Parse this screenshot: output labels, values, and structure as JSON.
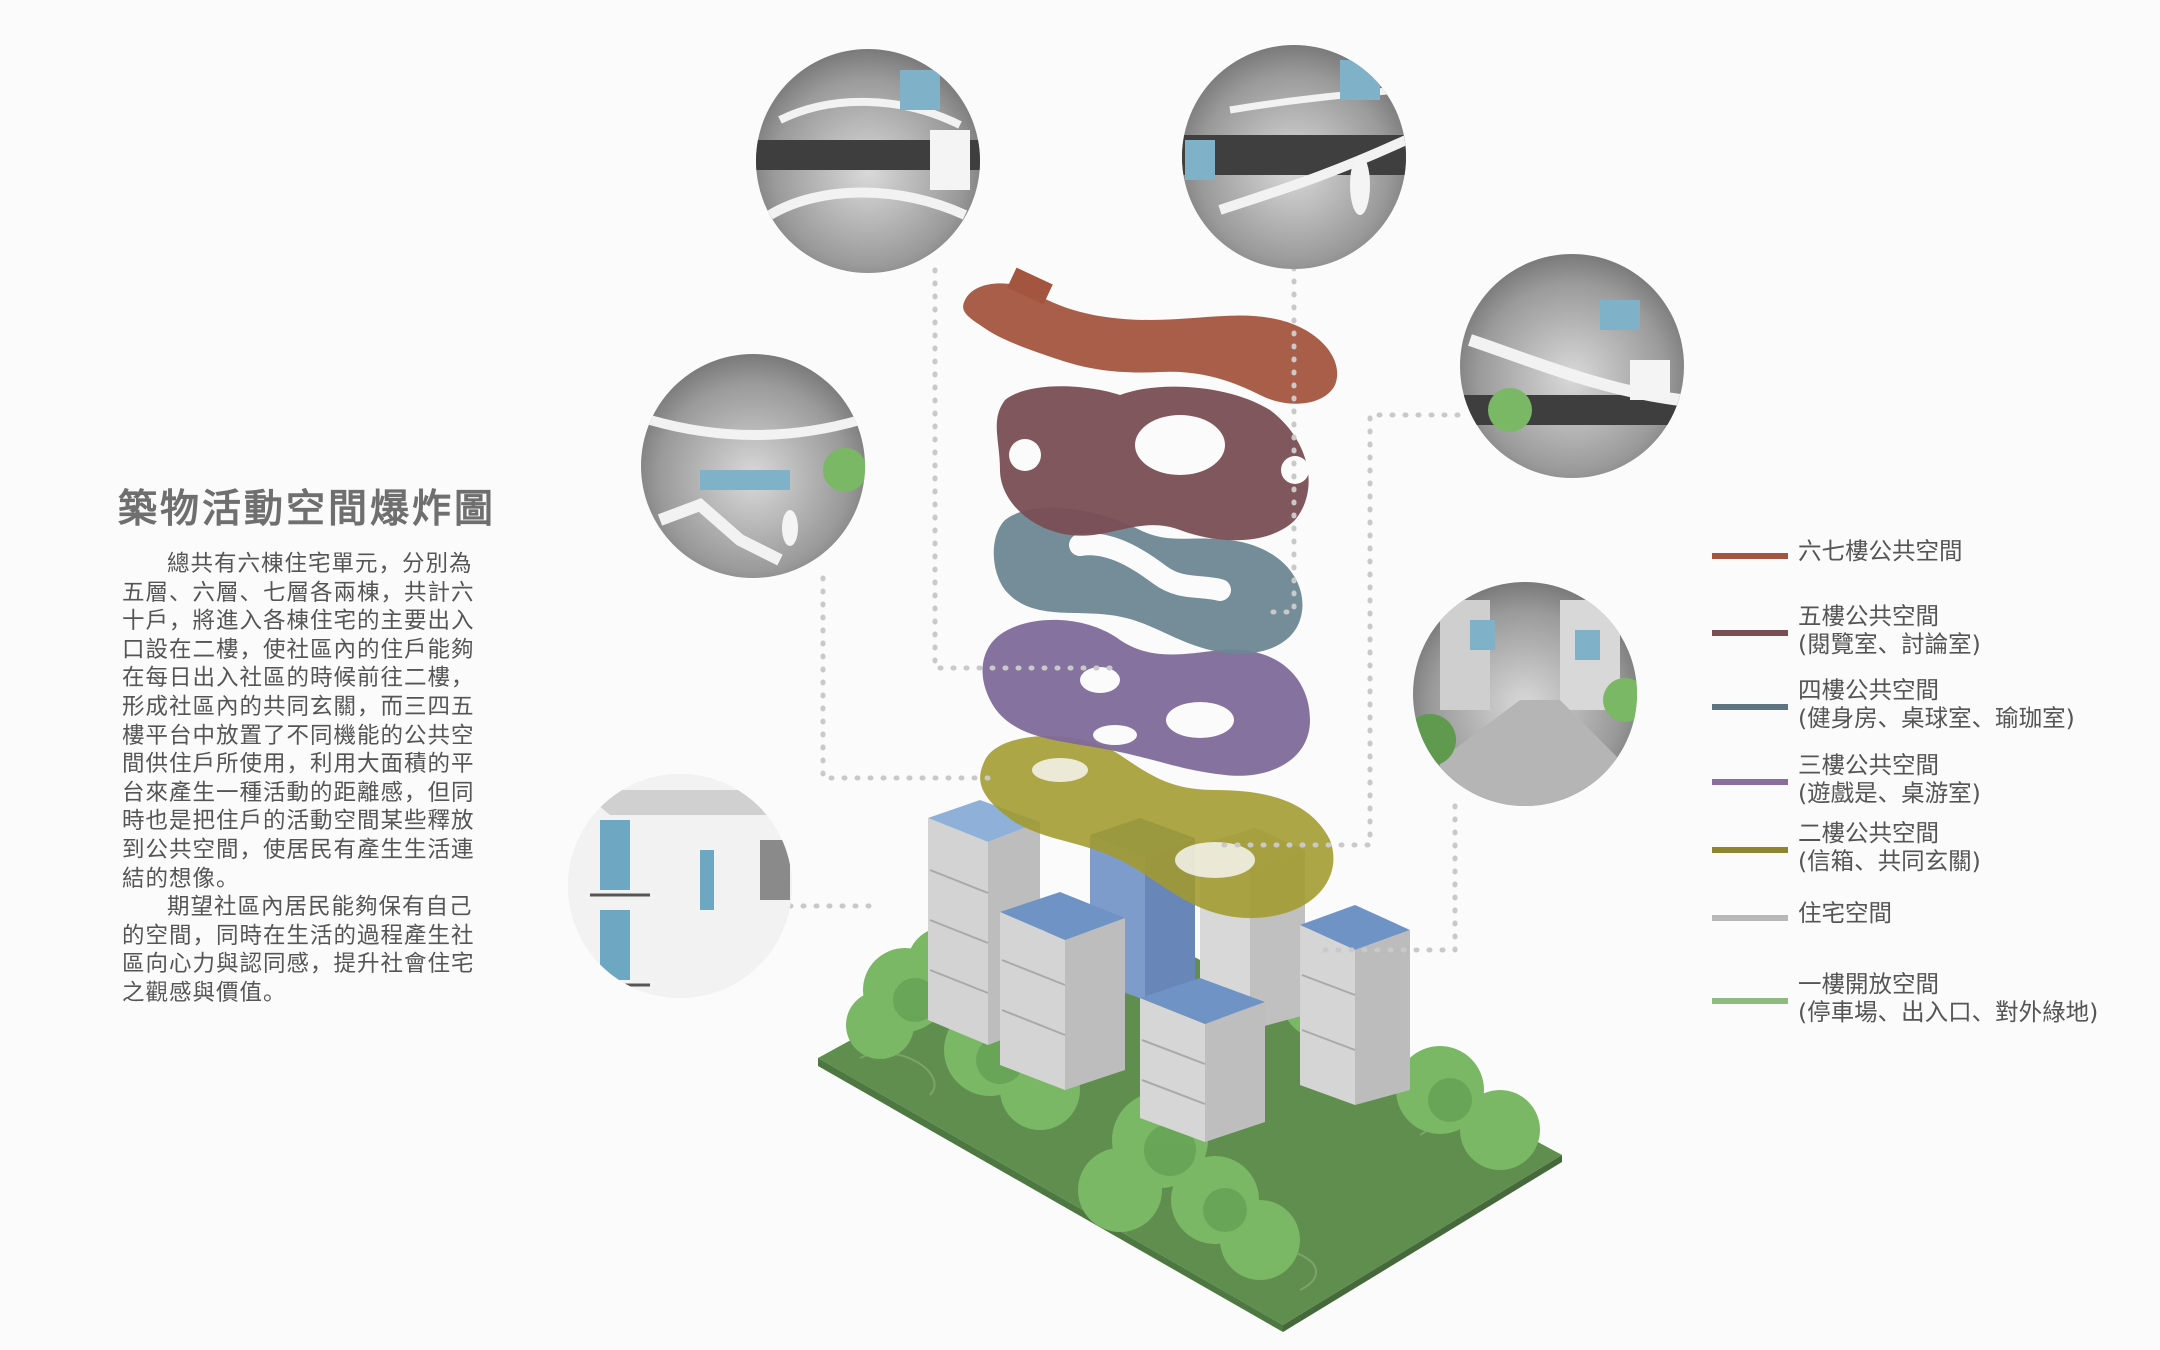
{
  "title": "築物活動空間爆炸圖",
  "description": {
    "paragraph1": "總共有六棟住宅單元，分別為五層、六層、七層各兩棟，共計六十戶，將進入各棟住宅的主要出入口設在二樓，使社區內的住戶能夠在每日出入社區的時候前往二樓，形成社區內的共同玄關，而三四五樓平台中放置了不同機能的公共空間供住戶所使用，利用大面積的平台來產生一種活動的距離感，但同時也是把住戶的活動空間某些釋放到公共空間，使居民有產生生活連結的想像。",
    "paragraph2": "期望社區內居民能夠保有自己的空間，同時在生活的過程產生社區向心力與認同感，提升社會住宅之觀感與價值。"
  },
  "legend": [
    {
      "line1": "六七樓公共空間",
      "line2": "",
      "color": "#a4553f"
    },
    {
      "line1": "五樓公共空間",
      "line2": "(閱覽室、討論室)",
      "color": "#7a4e55"
    },
    {
      "line1": "四樓公共空間",
      "line2": "(健身房、桌球室、瑜珈室)",
      "color": "#5e7480"
    },
    {
      "line1": "三樓公共空間",
      "line2": "(遊戲是、桌游室)",
      "color": "#8a6f9e"
    },
    {
      "line1": "二樓公共空間",
      "line2": "(信箱、共同玄關)",
      "color": "#8f8430"
    },
    {
      "line1": "住宅空間",
      "line2": "",
      "color": "#b8b8b8"
    },
    {
      "line1": "一樓開放空間",
      "line2": "(停車場、出入口、對外綠地)",
      "color": "#8dbb80"
    }
  ],
  "colors": {
    "floor_67": "#a4553f",
    "floor_5": "#7a4e55",
    "floor_4": "#5e7480",
    "floor_3": "#7f6a9a",
    "floor_2": "#a29a2c",
    "housing": "#c9c9c9",
    "housing_roof": "#6f93c4",
    "ground": "#5f8e4e",
    "trees": "#7ab865",
    "leader": "#c8c8c8"
  }
}
